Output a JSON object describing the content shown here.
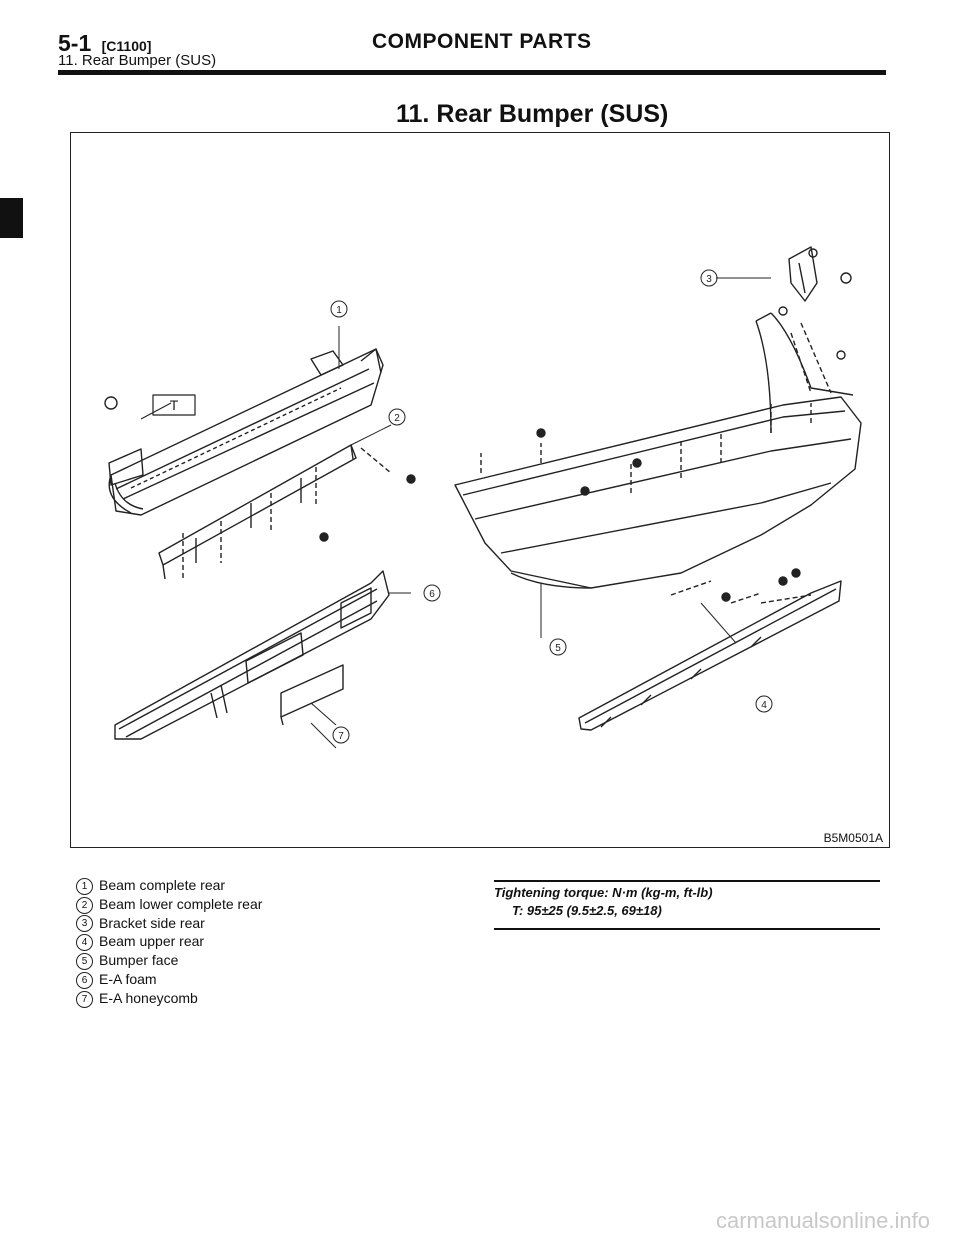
{
  "header": {
    "section": "5-1",
    "code": "[C1100]",
    "title": "COMPONENT PARTS",
    "subtitle": "11. Rear Bumper (SUS)"
  },
  "heading": "11. Rear Bumper (SUS)",
  "figure": {
    "id": "B5M0501A",
    "callouts": [
      "1",
      "2",
      "3",
      "4",
      "5",
      "6",
      "7"
    ],
    "torque_mark": "T"
  },
  "legend": [
    {
      "num": "1",
      "label": "Beam complete rear"
    },
    {
      "num": "2",
      "label": "Beam lower complete rear"
    },
    {
      "num": "3",
      "label": "Bracket side rear"
    },
    {
      "num": "4",
      "label": "Beam upper rear"
    },
    {
      "num": "5",
      "label": "Bumper face"
    },
    {
      "num": "6",
      "label": "E-A foam"
    },
    {
      "num": "7",
      "label": "E-A honeycomb"
    }
  ],
  "torque": {
    "title": "Tightening torque: N·m (kg-m, ft-lb)",
    "value": "T: 95±25 (9.5±2.5, 69±18)"
  },
  "watermark": "carmanualsonline.info"
}
